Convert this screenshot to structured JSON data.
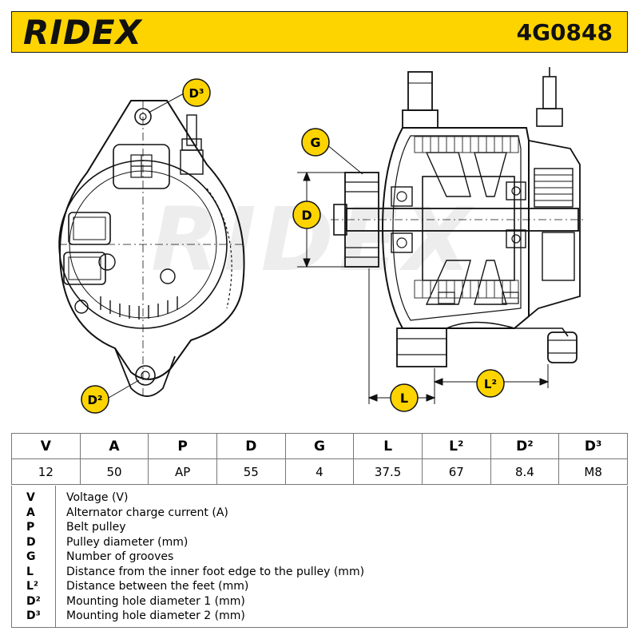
{
  "header": {
    "brand": "RIDEX",
    "part_number": "4G0848"
  },
  "drawing": {
    "callouts": {
      "d3": "D³",
      "g": "G",
      "d": "D",
      "l": "L",
      "l2": "L²",
      "d2": "D²"
    },
    "watermark": "RIDEX",
    "callout_color": "#fdd400"
  },
  "spec_table": {
    "headers": [
      "V",
      "A",
      "P",
      "D",
      "G",
      "L",
      "L²",
      "D²",
      "D³"
    ],
    "values": [
      "12",
      "50",
      "AP",
      "55",
      "4",
      "37.5",
      "67",
      "8.4",
      "M8"
    ]
  },
  "legend": [
    {
      "symbol": "V",
      "description": "Voltage (V)"
    },
    {
      "symbol": "A",
      "description": "Alternator charge current (A)"
    },
    {
      "symbol": "P",
      "description": "Belt pulley"
    },
    {
      "symbol": "D",
      "description": "Pulley diameter (mm)"
    },
    {
      "symbol": "G",
      "description": "Number of grooves"
    },
    {
      "symbol": "L",
      "description": "Distance from the inner foot edge to the pulley (mm)"
    },
    {
      "symbol": "L²",
      "description": "Distance between the feet (mm)"
    },
    {
      "symbol": "D²",
      "description": "Mounting hole diameter 1 (mm)"
    },
    {
      "symbol": "D³",
      "description": "Mounting hole diameter 2 (mm)"
    }
  ]
}
